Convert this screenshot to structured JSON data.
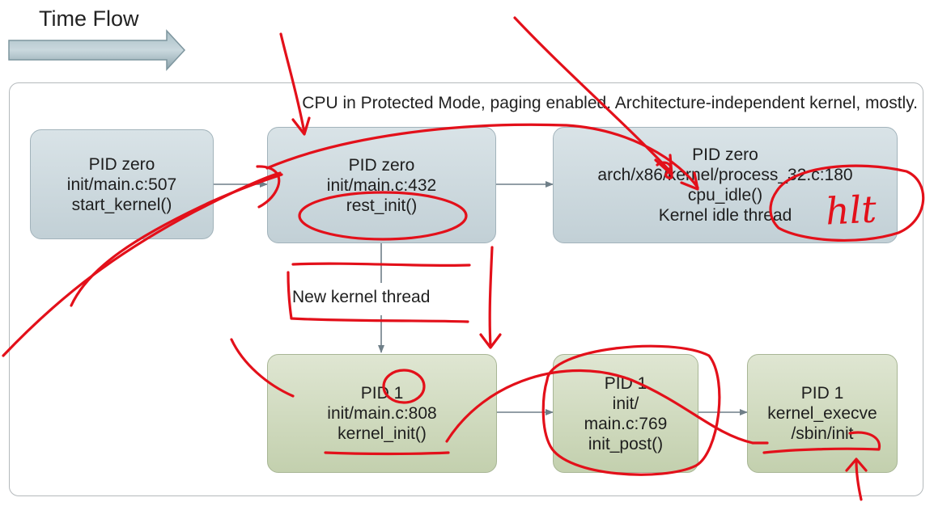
{
  "time_flow": {
    "label": "Time Flow"
  },
  "panel": {
    "caption": "CPU in Protected Mode, paging enabled. Architecture-independent kernel, mostly."
  },
  "boxes": [
    {
      "lines": [
        "PID zero",
        "init/main.c:507",
        "start_kernel()"
      ]
    },
    {
      "lines": [
        "PID zero",
        "init/main.c:432",
        "rest_init()"
      ]
    },
    {
      "lines": [
        "PID zero",
        "arch/x86/kernel/process_32.c:180",
        "cpu_idle()",
        "Kernel idle thread"
      ]
    },
    {
      "lines": [
        "PID 1",
        "init/main.c:808",
        "kernel_init()"
      ]
    },
    {
      "lines": [
        "PID 1",
        "init/",
        "main.c:769",
        "init_post()"
      ]
    },
    {
      "lines": [
        "PID 1",
        "kernel_execve",
        "/sbin/init"
      ]
    }
  ],
  "edge_labels": {
    "new_kernel_thread": "New kernel thread"
  },
  "annotations": {
    "handwritten_note": "hlt",
    "ink_color": "#e3101a"
  },
  "colors": {
    "blue_box": "#c9d6db",
    "green_box": "#cdd8b9",
    "connector": "#6f7f88"
  }
}
